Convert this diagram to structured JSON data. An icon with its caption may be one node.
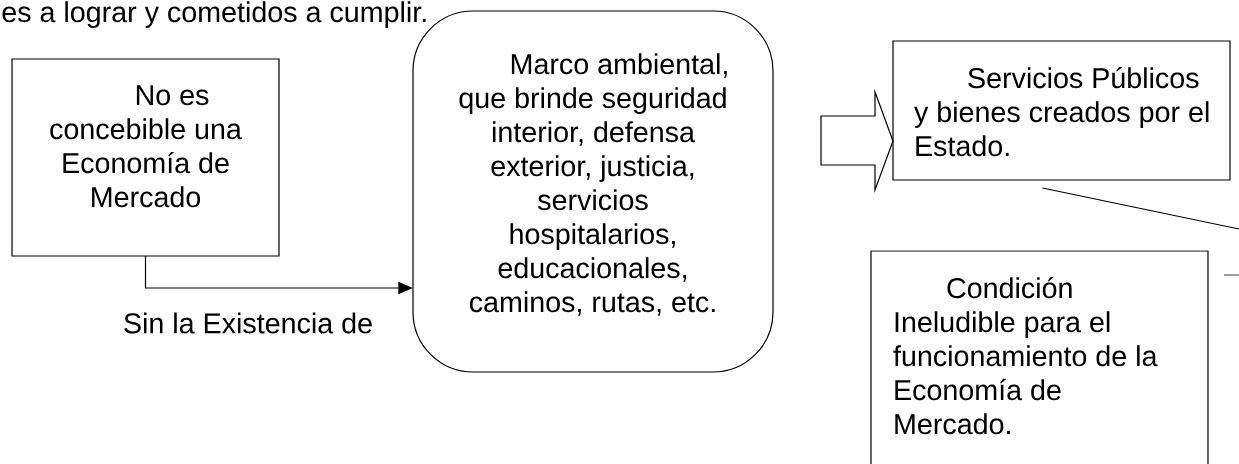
{
  "diagram": {
    "nodes": [
      {
        "text": [
          "No es concebible una Economía de Mercado"
        ]
      },
      {
        "text": [
          "Marco ambiental, que brinde seguridad interior, defensa exterior, justicia, servicios hospitalarios, educacionales, caminos, rutas, etc."
        ]
      },
      {
        "text": [
          "Servicios Públicos y bienes creados por el Estado."
        ]
      },
      {
        "text": [
          "Condición Ineludible para el funcionamiento de la Economía de Mercado."
        ]
      }
    ],
    "edges": [
      {
        "from": 0,
        "to": 1,
        "arrow": "to",
        "label": "Sin la Existencia de"
      },
      {
        "from": 1,
        "to": 2,
        "arrow": "to"
      },
      {
        "from": 2,
        "to": null,
        "arrow": "none"
      }
    ],
    "labels": [
      "es a lograr y cometidos a cumplir."
    ]
  }
}
